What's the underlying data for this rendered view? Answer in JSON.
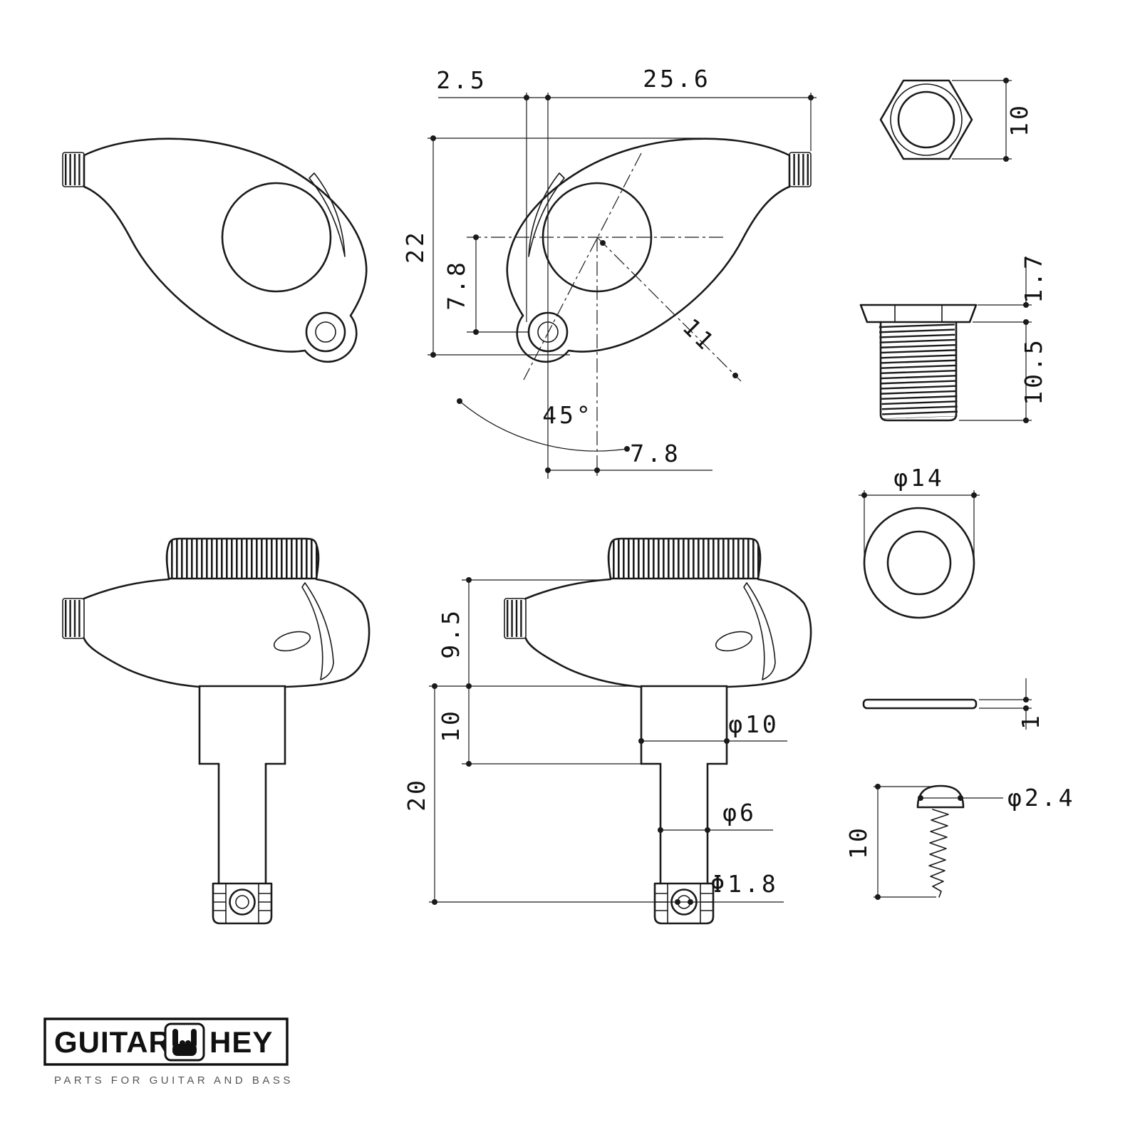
{
  "page": {
    "background": "#ffffff",
    "ink": "#1a1a1a"
  },
  "drawing": {
    "top_view": {
      "dim_edge_offset": "2.5",
      "dim_body_length": "25.6",
      "dim_body_height": "22",
      "dim_hole_drop": "7.8",
      "dim_angle": "45°",
      "dim_center_distance": "11",
      "dim_hole_offset": "7.8"
    },
    "hex_nut": {
      "dim_across_flats": "10"
    },
    "bushing": {
      "dim_flange_height": "1.7",
      "dim_thread_length": "10.5"
    },
    "washer": {
      "dim_outer_diameter": "φ14"
    },
    "spacer": {
      "dim_thickness": "1"
    },
    "front_view": {
      "dim_housing_height": "9.5",
      "dim_post_upper_length": "10",
      "dim_post_total_length": "20",
      "dim_post_diameter": "φ10",
      "dim_shaft_diameter": "φ6",
      "dim_string_hole_diameter": "Φ1.8"
    },
    "screw": {
      "dim_head_diameter": "φ2.4",
      "dim_length": "10"
    }
  },
  "logo": {
    "brand_left": "GUITAR",
    "brand_right": "HEY",
    "tagline": "PARTS FOR GUITAR AND BASS"
  }
}
